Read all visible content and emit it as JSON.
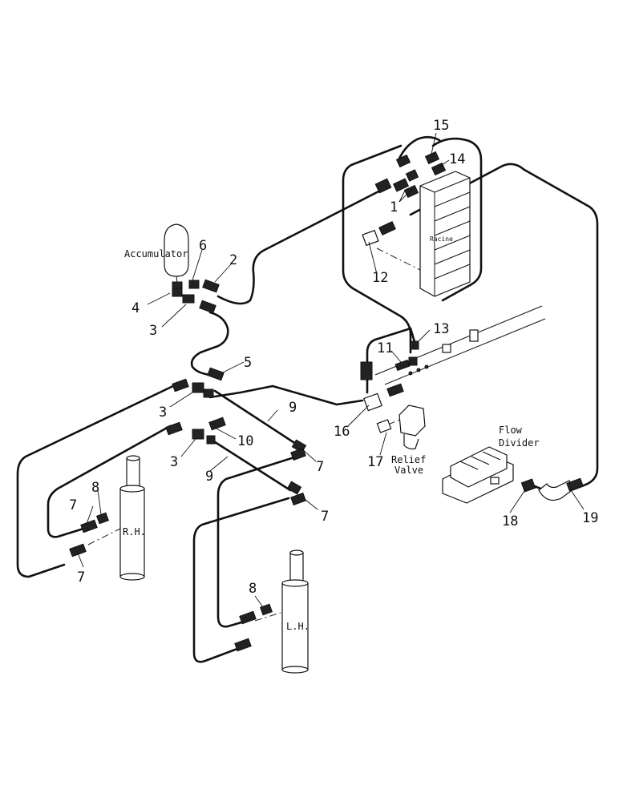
{
  "labels": {
    "accumulator": "Accumulator",
    "racine": "Racine",
    "flow_divider_1": "Flow",
    "flow_divider_2": "Divider",
    "relief_valve_1": "Relief",
    "relief_valve_2": "Valve",
    "rh": "R.H.",
    "lh": "L.H."
  },
  "callouts": {
    "c1": "1",
    "c2": "2",
    "c3a": "3",
    "c3b": "3",
    "c3c": "3",
    "c4": "4",
    "c5": "5",
    "c6": "6",
    "c7a": "7",
    "c7b": "7",
    "c7c": "7",
    "c7d": "7",
    "c8a": "8",
    "c8b": "8",
    "c9a": "9",
    "c9b": "9",
    "c10": "10",
    "c11": "11",
    "c12": "12",
    "c13": "13",
    "c14": "14",
    "c15": "15",
    "c16": "16",
    "c17": "17",
    "c18": "18",
    "c19": "19"
  }
}
